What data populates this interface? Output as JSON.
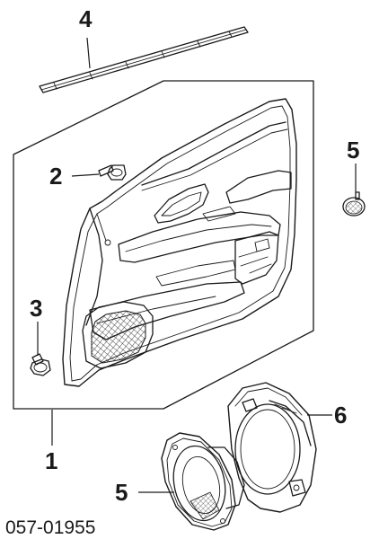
{
  "callouts": {
    "c1": "1",
    "c2": "2",
    "c3": "3",
    "c4": "4",
    "c5a": "5",
    "c5b": "5",
    "c6": "6"
  },
  "part_number": "057-01955"
}
